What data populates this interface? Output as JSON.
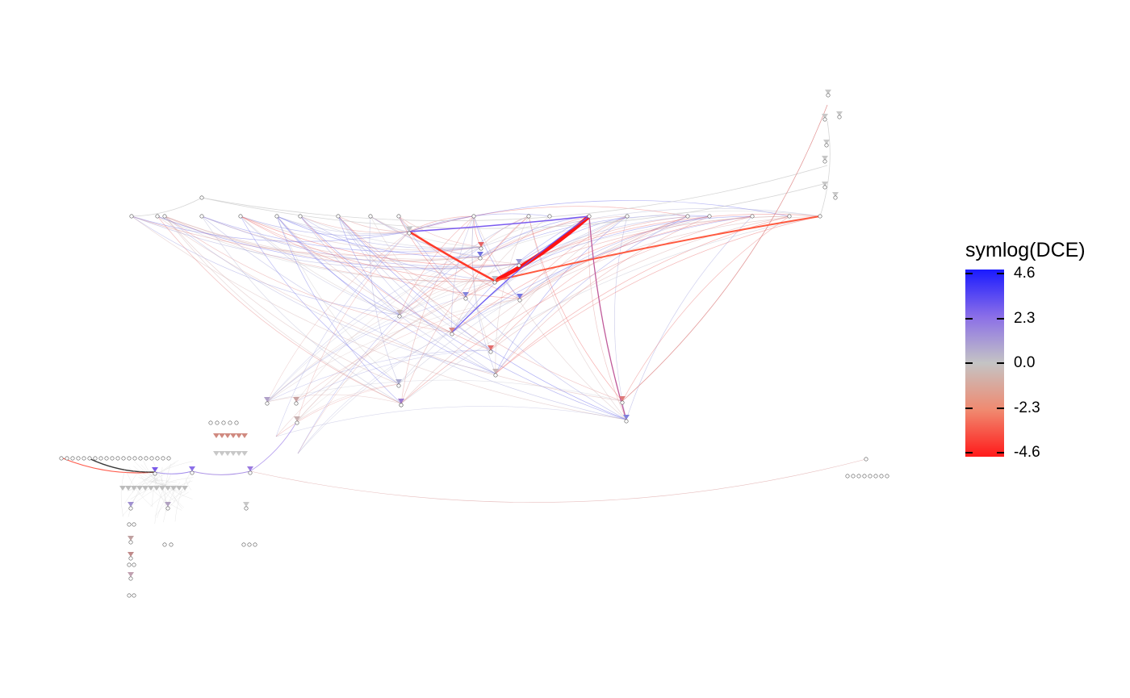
{
  "legend": {
    "title": "symlog(DCE)",
    "ticks": [
      "4.6",
      "2.3",
      "0.0",
      "-2.3",
      "-4.6"
    ],
    "tick_values": [
      4.6,
      2.3,
      0.0,
      -2.3,
      -4.6
    ],
    "range": [
      -4.6,
      4.6
    ],
    "colors": {
      "high": "#1a1aff",
      "mid": "#c8c8c8",
      "low": "#ff1a1a"
    }
  },
  "graph": {
    "node_style": "small hollow circles and triangles",
    "edge_color_scale": "symlog(DCE)",
    "strongest_edges": [
      {
        "description": "thick red edge",
        "value": -4.6
      },
      {
        "description": "thick red edge",
        "value": -3.8
      },
      {
        "description": "blue edge",
        "value": 3.5
      }
    ]
  }
}
